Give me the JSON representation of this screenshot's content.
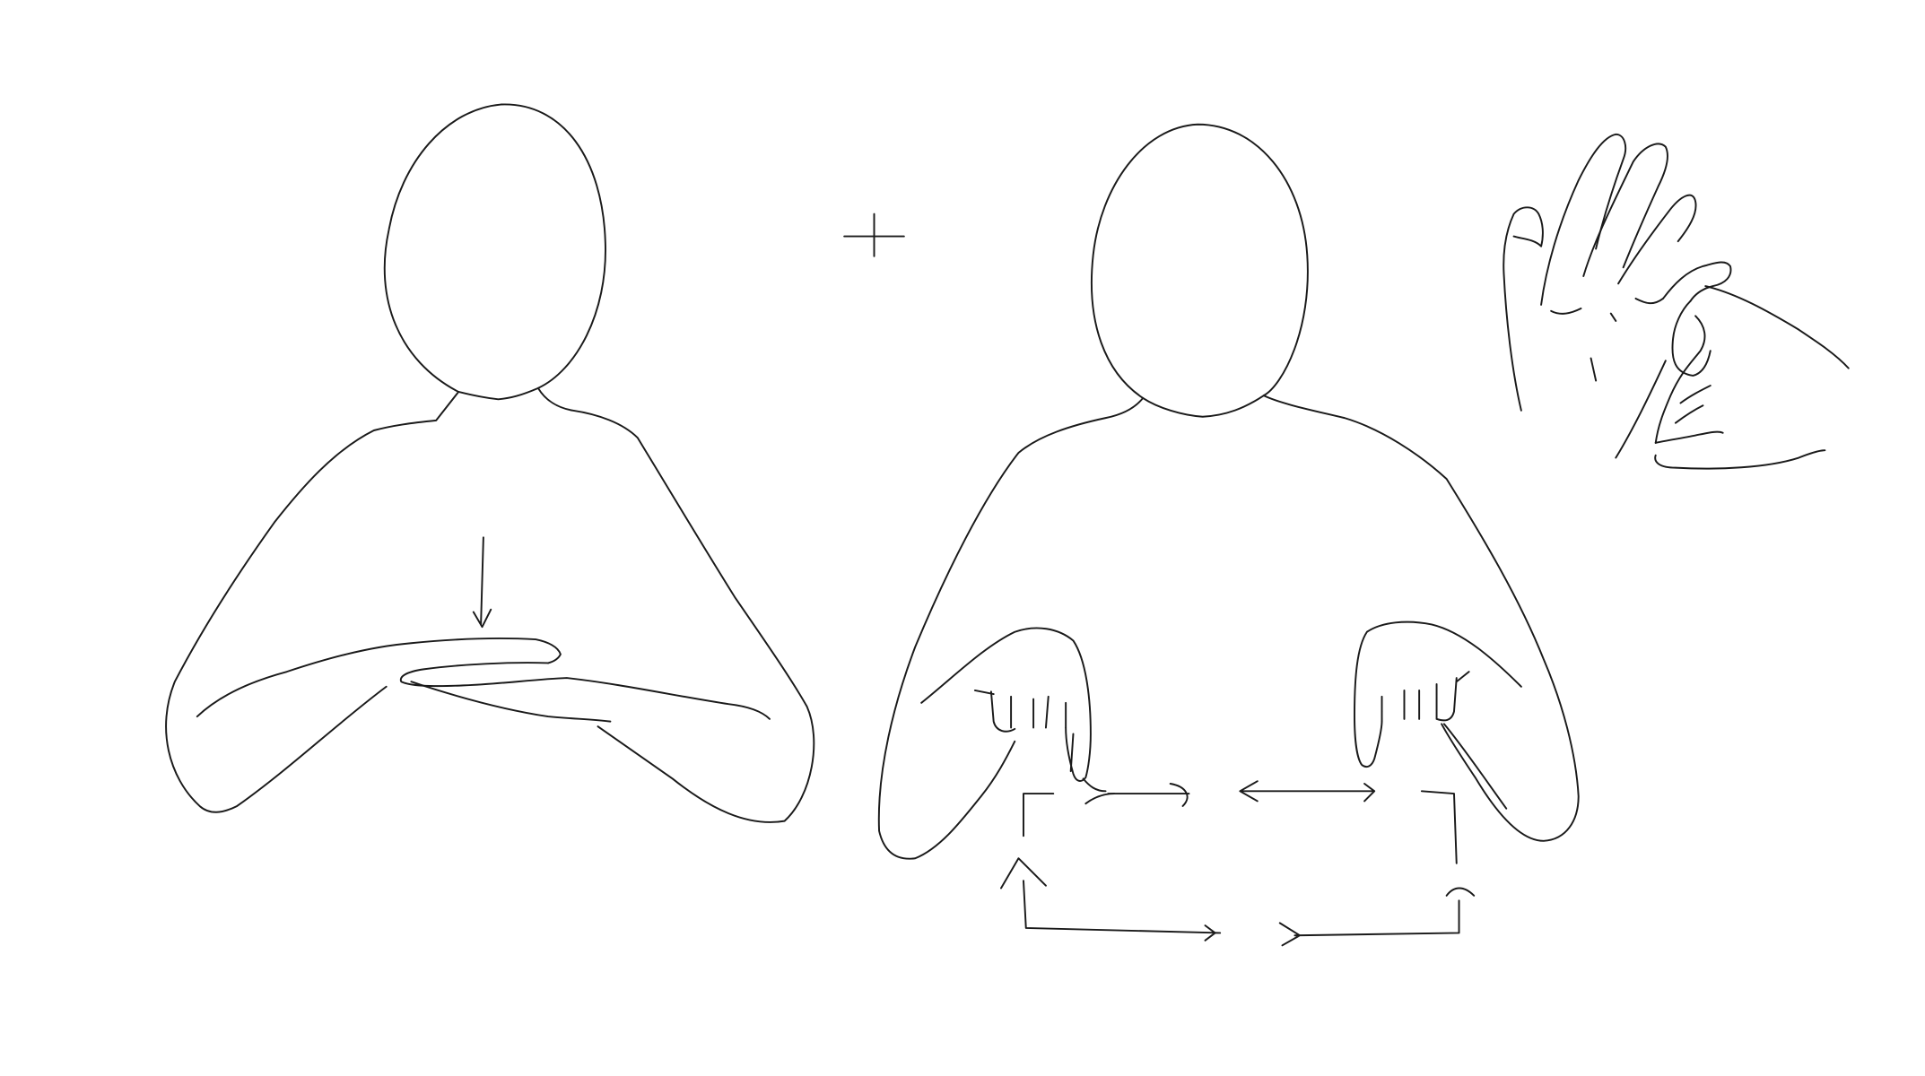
{
  "illustration": {
    "kind": "sign-language-instruction",
    "figures": [
      "signer-1",
      "signer-2"
    ],
    "operator_symbol": "plus",
    "inset": "handshape-detail",
    "motion_indicator": "circular-rectangular-path"
  },
  "style": {
    "line_color": "#1a1a1a",
    "background": "#ffffff"
  }
}
